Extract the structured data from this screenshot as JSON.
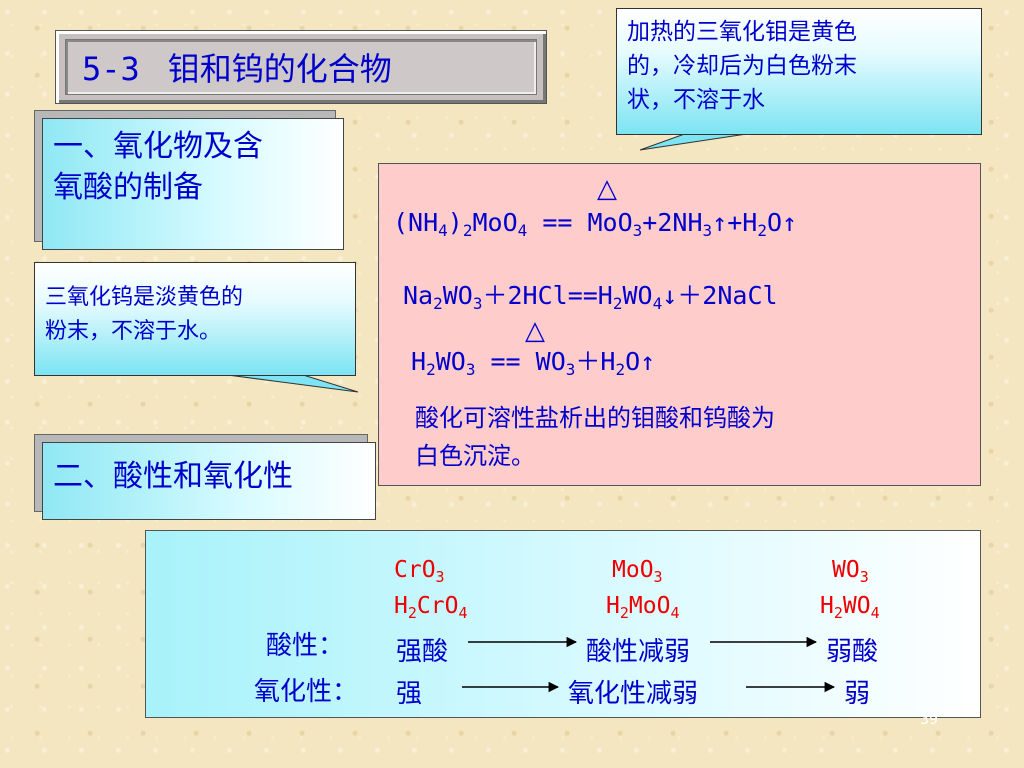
{
  "title": {
    "number": "5-3",
    "text": "钼和钨的化合物"
  },
  "section1": {
    "line1": "一、氧化物及含",
    "line2": "氧酸的制备"
  },
  "section2": {
    "label": "二、酸性和氧化性"
  },
  "callout_moo3": {
    "line1": "加热的三氧化钼是黄色",
    "line2": "的，冷却后为白色粉末",
    "line3": "状，不溶于水"
  },
  "callout_wo3": {
    "line1": "三氧化钨是淡黄色的",
    "line2": "粉末，不溶于水。"
  },
  "reactions": {
    "delta_symbol": "△",
    "eq1": {
      "p1": "(NH",
      "s1": "4",
      "p2": ")",
      "s2": "2",
      "p3": "MoO",
      "s3": "4",
      "p4": " == MoO",
      "s4": "3",
      "p5": "+2NH",
      "s5": "3",
      "p6": "↑+H",
      "s6": "2",
      "p7": "O↑"
    },
    "eq2": {
      "p1": "Na",
      "s1": "2",
      "p2": "WO",
      "s2": "3",
      "p3": "＋2HCl==H",
      "s3": "2",
      "p4": "WO",
      "s4": "4",
      "p5": "↓＋2NaCl"
    },
    "eq3": {
      "p1": "H",
      "s1": "2",
      "p2": "WO",
      "s2": "3",
      "p3": " == WO",
      "s3": "3",
      "p4": "＋H",
      "s4": "2",
      "p5": "O↑"
    },
    "note_line1": "酸化可溶性盐析出的钼酸和钨酸为",
    "note_line2": "白色沉淀。"
  },
  "comparison": {
    "oxides": [
      {
        "p1": "CrO",
        "s1": "3"
      },
      {
        "p1": "MoO",
        "s1": "3"
      },
      {
        "p1": "WO",
        "s1": "3"
      }
    ],
    "acids": [
      {
        "p1": "H",
        "s1": "2",
        "p2": "CrO",
        "s2": "4"
      },
      {
        "p1": "H",
        "s1": "2",
        "p2": "MoO",
        "s2": "4"
      },
      {
        "p1": "H",
        "s1": "2",
        "p2": "WO",
        "s2": "4"
      }
    ],
    "acidity": {
      "label": "酸性：",
      "strong": "强酸",
      "trend": "酸性减弱",
      "weak": "弱酸"
    },
    "oxidizing": {
      "label": "氧化性：",
      "strong": "强",
      "trend": "氧化性减弱",
      "weak": "弱"
    }
  },
  "page_number": "39"
}
